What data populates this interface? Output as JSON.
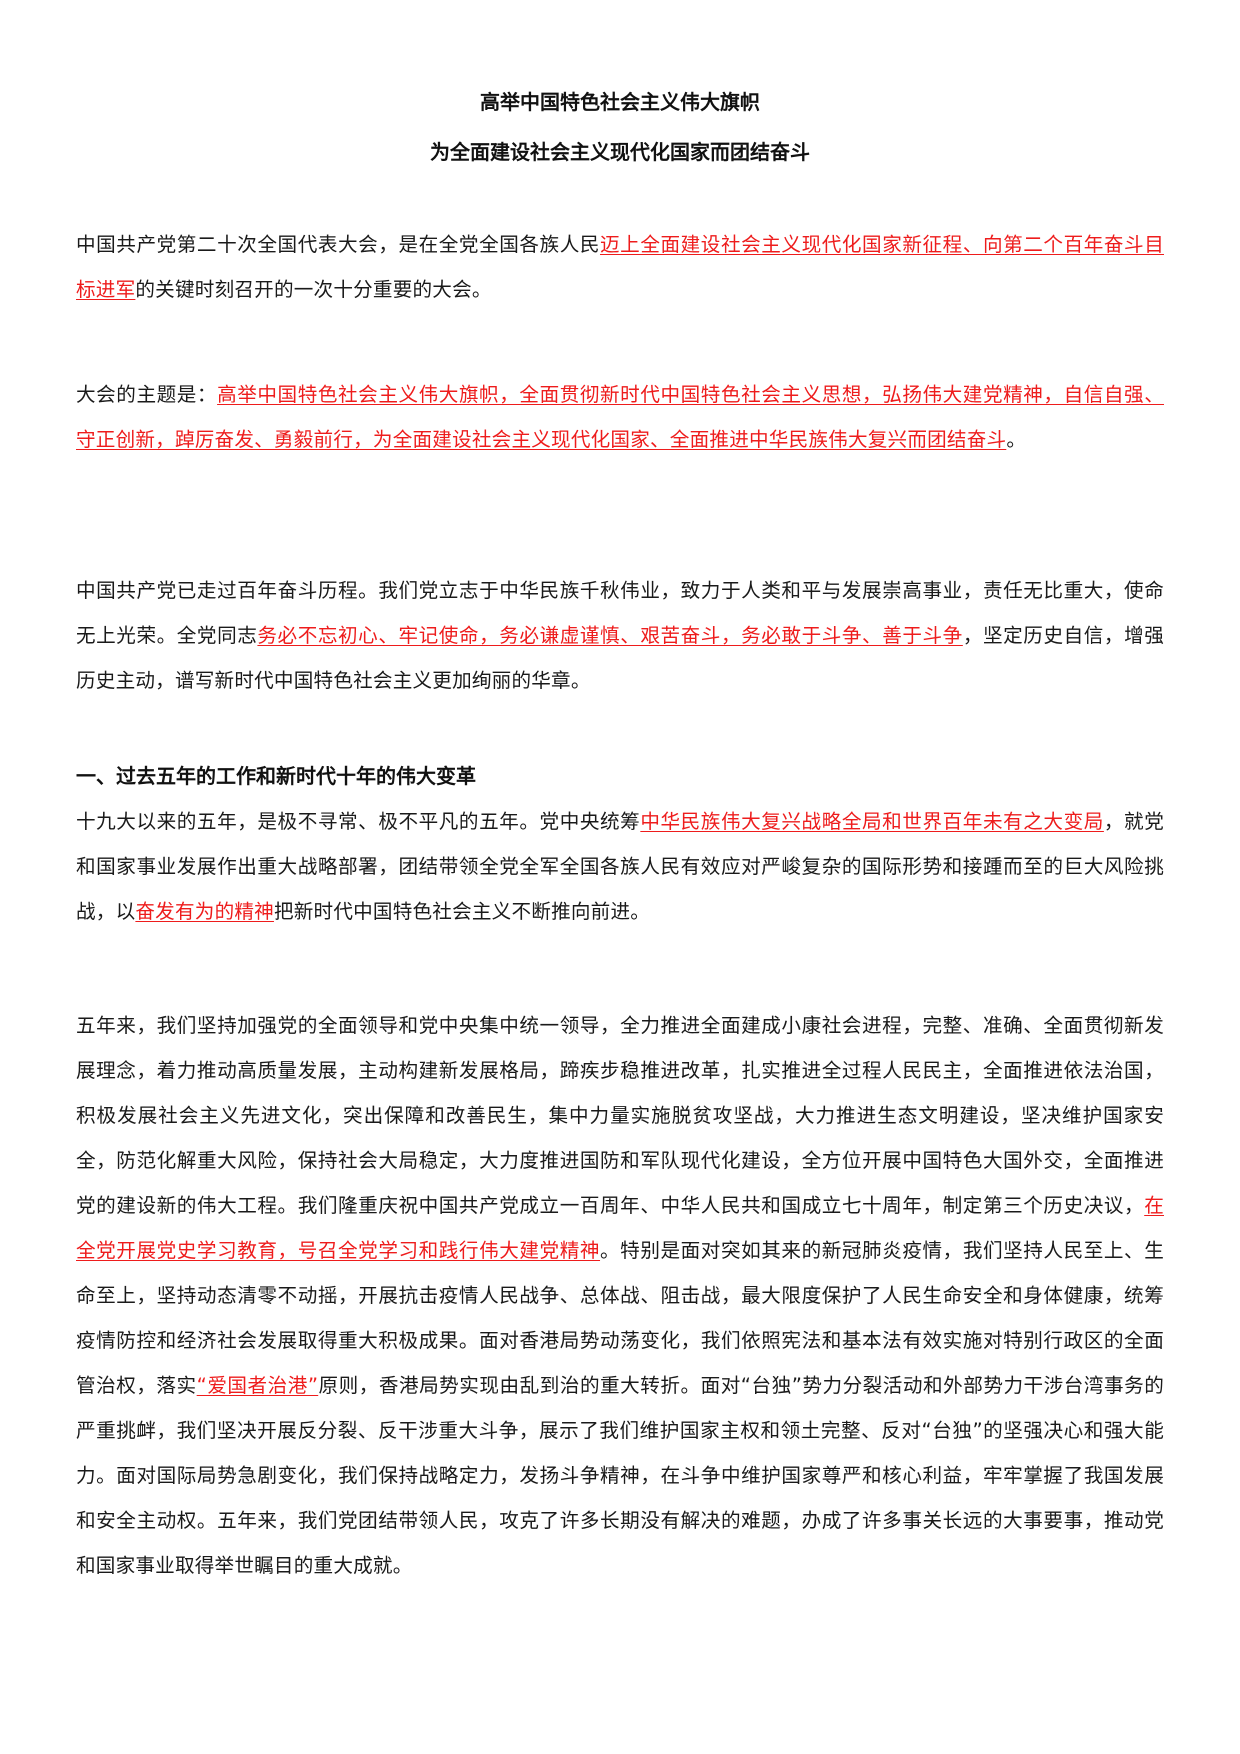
{
  "document": {
    "title_line1": "高举中国特色社会主义伟大旗帜",
    "title_line2": "为全面建设社会主义现代化国家而团结奋斗",
    "accent_color": "#ee1c1c",
    "paragraphs": {
      "p1": {
        "a": "中国共产党第二十次全国代表大会，是在全党全国各族人民",
        "b": "迈上全面建设社会主义现代化国家新征程、向第二个百年奋斗目标进军",
        "c": "的关键时刻召开的一次十分重要的大会。"
      },
      "p2": {
        "a": "大会的主题是：",
        "b": "高举中国特色社会主义伟大旗帜，全面贯彻新时代中国特色社会主义思想，弘扬伟大建党精神，自信自强、守正创新，踔厉奋发、勇毅前行，为全面建设社会主义现代化国家、全面推进中华民族伟大复兴而团结奋斗",
        "c": "。"
      },
      "p3": {
        "a": "中国共产党已走过百年奋斗历程。我们党立志于中华民族千秋伟业，致力于人类和平与发展崇高事业，责任无比重大，使命无上光荣。全党同志",
        "b": "务必不忘初心、牢记使命，务必谦虚谨慎、艰苦奋斗，务必敢于斗争、善于斗争",
        "c": "，坚定历史自信，增强历史主动，谱写新时代中国特色社会主义更加绚丽的华章。"
      },
      "section1_heading": "一、过去五年的工作和新时代十年的伟大变革",
      "p4": {
        "a": "十九大以来的五年，是极不寻常、极不平凡的五年。党中央统筹",
        "b": "中华民族伟大复兴战略全局和世界百年未有之大变局",
        "c": "，就党和国家事业发展作出重大战略部署，团结带领全党全军全国各族人民有效应对严峻复杂的国际形势和接踵而至的巨大风险挑战，以",
        "d": "奋发有为的精神",
        "e": "把新时代中国特色社会主义不断推向前进。"
      },
      "p5": {
        "a": "五年来，我们坚持加强党的全面领导和党中央集中统一领导，全力推进全面建成小康社会进程，完整、准确、全面贯彻新发展理念，着力推动高质量发展，主动构建新发展格局，蹄疾步稳推进改革，扎实推进全过程人民民主，全面推进依法治国，积极发展社会主义先进文化，突出保障和改善民生，集中力量实施脱贫攻坚战，大力推进生态文明建设，坚决维护国家安全，防范化解重大风险，保持社会大局稳定，大力度推进国防和军队现代化建设，全方位开展中国特色大国外交，全面推进党的建设新的伟大工程。我们隆重庆祝中国共产党成立一百周年、中华人民共和国成立七十周年，制定第三个历史决议，",
        "b": "在全党开展党史学习教育，号召全党学习和践行伟大建党精神",
        "c": "。特别是面对突如其来的新冠肺炎疫情，我们坚持人民至上、生命至上，坚持动态清零不动摇，开展抗击疫情人民战争、总体战、阻击战，最大限度保护了人民生命安全和身体健康，统筹疫情防控和经济社会发展取得重大积极成果。面对香港局势动荡变化，我们依照宪法和基本法有效实施对特别行政区的全面管治权，落实",
        "d": "“爱国者治港”",
        "e": "原则，香港局势实现由乱到治的重大转折。面对“台独”势力分裂活动和外部势力干涉台湾事务的严重挑衅，我们坚决开展反分裂、反干涉重大斗争，展示了我们维护国家主权和领土完整、反对“台独”的坚强决心和强大能力。面对国际局势急剧变化，我们保持战略定力，发扬斗争精神，在斗争中维护国家尊严和核心利益，牢牢掌握了我国发展和安全主动权。五年来，我们党团结带领人民，攻克了许多长期没有解决的难题，办成了许多事关长远的大事要事，推动党和国家事业取得举世瞩目的重大成就。"
      }
    }
  }
}
